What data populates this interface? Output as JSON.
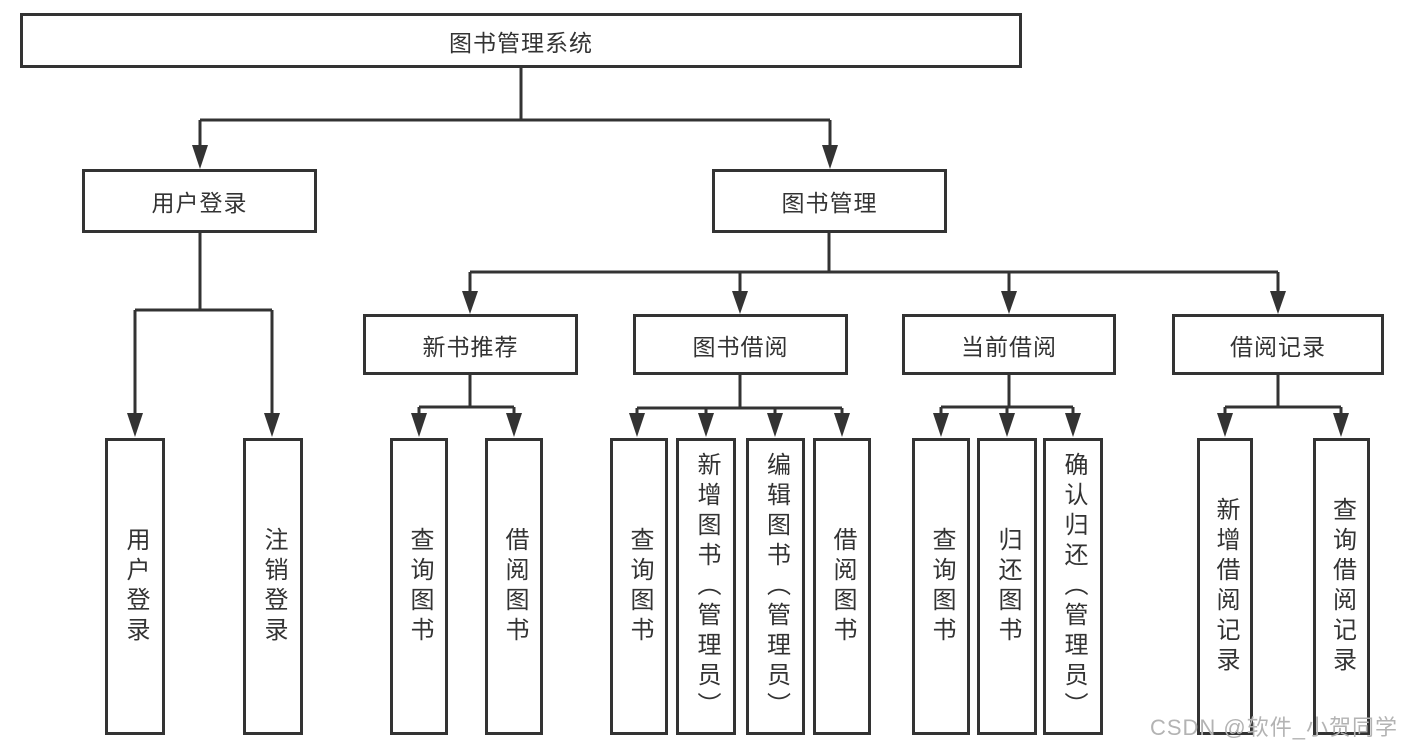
{
  "diagram": {
    "root_label": "图书管理系统",
    "user_login": {
      "label": "用户登录",
      "children": [
        "用户登录",
        "注销登录"
      ]
    },
    "book_management": {
      "label": "图书管理"
    },
    "new_book": {
      "label": "新书推荐",
      "children": [
        "查询图书",
        "借阅图书"
      ]
    },
    "book_borrow": {
      "label": "图书借阅",
      "children": [
        "查询图书",
        "新增图书（管理员）",
        "编辑图书（管理员）",
        "借阅图书"
      ]
    },
    "current_borrow": {
      "label": "当前借阅",
      "children": [
        "查询图书",
        "归还图书",
        "确认归还（管理员）"
      ]
    },
    "borrow_records": {
      "label": "借阅记录",
      "children": [
        "新增借阅记录",
        "查询借阅记录"
      ]
    }
  },
  "watermark": {
    "text": "CSDN @软件_小贺同学"
  },
  "colors": {
    "line": "#333333",
    "text": "#333333",
    "background": "#ffffff",
    "watermark": "#b3b3b3"
  }
}
